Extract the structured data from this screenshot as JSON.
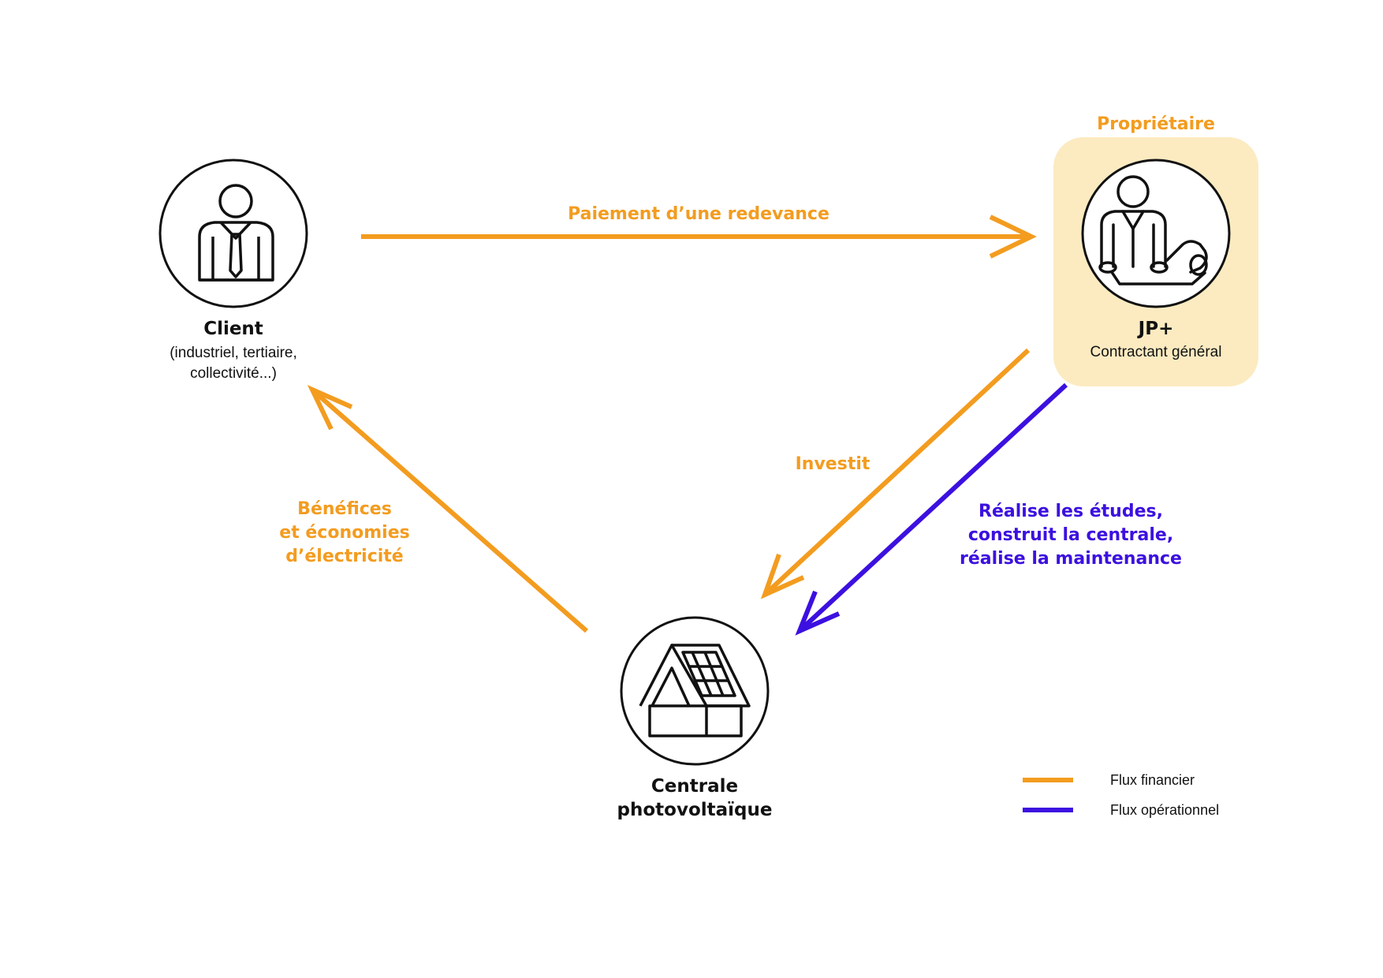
{
  "colors": {
    "financial": "#f39c1f",
    "operational": "#3c10e0",
    "owner_highlight": "#fcebc1",
    "stroke": "#111111"
  },
  "nodes": {
    "client": {
      "icon": "businessman-icon",
      "title": "Client",
      "subtitle_line1": "(industriel, tertiaire,",
      "subtitle_line2": "collectivité...)"
    },
    "jp": {
      "icon": "engineer-with-plans-icon",
      "badge": "Propriétaire",
      "title": "JP+",
      "subtitle": "Contractant général"
    },
    "plant": {
      "icon": "solar-roof-house-icon",
      "title_line1": "Centrale",
      "title_line2": "photovoltaïque"
    }
  },
  "flows": {
    "redevance": {
      "label": "Paiement d’une redevance",
      "type": "financier"
    },
    "investit": {
      "label": "Investit",
      "type": "financier"
    },
    "benefices": {
      "label_line1": "Bénéfices",
      "label_line2": "et économies",
      "label_line3": "d’électricité",
      "type": "financier"
    },
    "operations": {
      "label_line1": "Réalise les études,",
      "label_line2": "construit la centrale,",
      "label_line3": "réalise la maintenance",
      "type": "opérationnel"
    }
  },
  "legend": {
    "financial": "Flux financier",
    "operational": "Flux opérationnel"
  }
}
